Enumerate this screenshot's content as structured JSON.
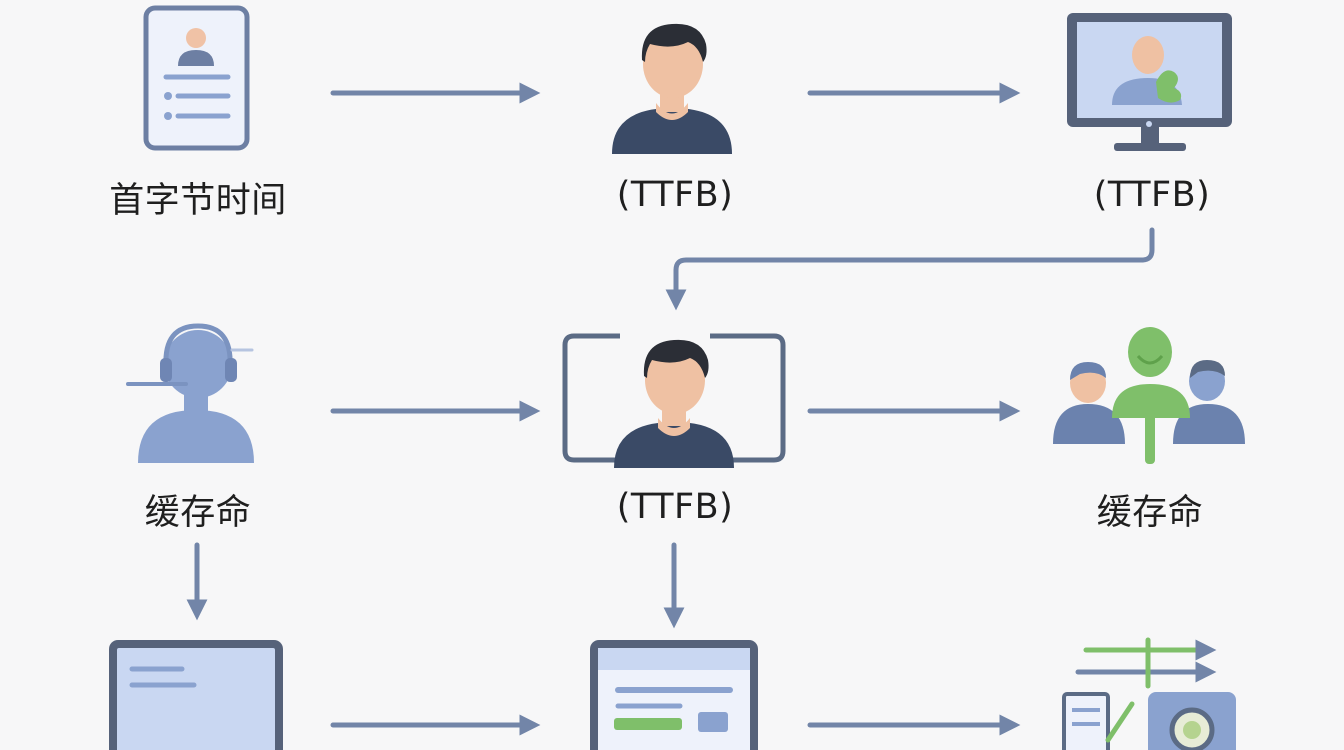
{
  "labels": {
    "top_left": "首字节时间",
    "top_center": "(TTFB)",
    "top_right": "(TTFB)",
    "mid_left": "缓存命",
    "mid_center": "(TTFB)",
    "mid_right": "缓存命"
  },
  "colors": {
    "background": "#f7f7f8",
    "arrow": "#7285a8",
    "navy": "#3a4a66",
    "skin": "#efc1a3",
    "hair": "#2b2e36",
    "light_blue": "#c9d7f2",
    "mid_blue": "#8aa2cf",
    "frame": "#5b6b85",
    "green": "#7fbf6a"
  },
  "icons": {
    "document": "profile-document-icon",
    "person": "person-icon",
    "monitor_person": "monitor-with-person-icon",
    "headset_person": "headset-person-icon",
    "framed_person": "framed-person-icon",
    "group": "user-group-icon",
    "screen": "screen-icon",
    "dashboard": "dashboard-screen-icon",
    "data_flow": "data-flow-icon"
  }
}
